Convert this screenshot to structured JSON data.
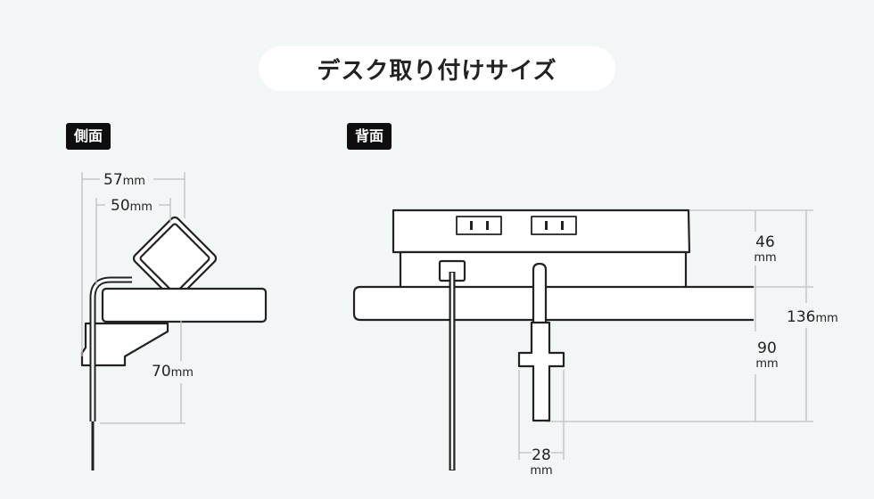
{
  "title": "デスク取り付けサイズ",
  "views": {
    "side": {
      "label": "側面",
      "dims": {
        "width_outer": {
          "value": "57",
          "unit": "mm"
        },
        "width_inner": {
          "value": "50",
          "unit": "mm"
        },
        "height": {
          "value": "70",
          "unit": "mm"
        }
      }
    },
    "back": {
      "label": "背面",
      "dims": {
        "top": {
          "value": "46",
          "unit": "mm"
        },
        "total": {
          "value": "136",
          "unit": "mm"
        },
        "bottom": {
          "value": "90",
          "unit": "mm"
        },
        "plug_width": {
          "value": "28",
          "unit": "mm"
        }
      }
    }
  },
  "colors": {
    "background": "#f3f6f7",
    "pill": "#ffffff",
    "tag": "#0e0e0e",
    "line": "#222222",
    "dim_line": "#bfbfbf"
  }
}
